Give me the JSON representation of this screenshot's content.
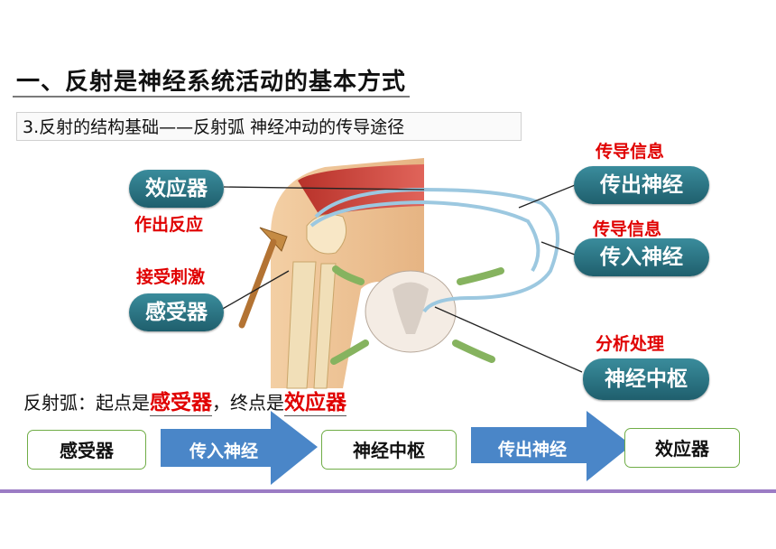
{
  "heading": "一、反射是神经系统活动的基本方式",
  "subheading": "3.反射的结构基础——反射弧   神经冲动的传导途径",
  "left_labels": {
    "effector": "效应器",
    "effector_note": "作出反应",
    "receptor_note": "接受刺激",
    "receptor": "感受器"
  },
  "right_labels": {
    "efferent_note": "传导信息",
    "efferent": "传出神经",
    "afferent_note": "传导信息",
    "afferent": "传入神经",
    "center_note": "分析处理",
    "center": "神经中枢"
  },
  "summary": {
    "prefix": "反射弧：起点是",
    "start_answer": "感受器",
    "middle": "，终点是",
    "end_answer": "效应器"
  },
  "flow": {
    "step1": "感受器",
    "arrow1": "传入神经",
    "step2": "神经中枢",
    "arrow2": "传出神经",
    "step3": "效应器"
  },
  "colors": {
    "pill": "#2a7483",
    "accent_red": "#e00000",
    "arrow_blue": "#4a86c8",
    "flow_border": "#70ad47",
    "bottom_rule": "#9b7cc4"
  }
}
